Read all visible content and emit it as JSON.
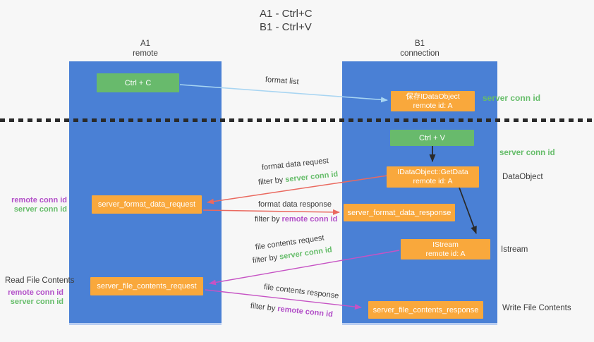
{
  "title": {
    "line1": "A1 - Ctrl+C",
    "line2": "B1 - Ctrl+V"
  },
  "lanes": {
    "a1": {
      "name": "A1",
      "subtitle": "remote"
    },
    "b1": {
      "name": "B1",
      "subtitle": "connection"
    }
  },
  "nodes": {
    "ctrl_c": {
      "label": "Ctrl + C"
    },
    "ctrl_v": {
      "label": "Ctrl + V"
    },
    "save_idataobject": {
      "line1": "保存IDataObject",
      "line2": "remote id: A"
    },
    "getdata": {
      "line1": "IDataObject::GetData",
      "line2": "remote id: A"
    },
    "istream": {
      "line1": "IStream",
      "line2": "remote id: A"
    },
    "format_request": {
      "label": "server_format_data_request"
    },
    "format_response": {
      "label": "server_format_data_response"
    },
    "file_request": {
      "label": "server_file_contents_request"
    },
    "file_response": {
      "label": "server_file_contents_response"
    }
  },
  "side_labels": {
    "server_conn_id": "server conn id",
    "remote_conn_id": "remote conn id",
    "dataobject": "DataObject",
    "istream": "Istream",
    "read_file_contents": "Read File Contents",
    "write_file_contents": "Write File Contents"
  },
  "edge_labels": {
    "format_list": "format list",
    "format_data_request": "format data request",
    "format_data_response": "format data response",
    "file_contents_request": "file contents request",
    "file_contents_response": "file contents response",
    "filter_by": "filter by",
    "server_conn_id": "server conn id",
    "remote_conn_id": "remote conn id"
  },
  "colors": {
    "lane_blue": "#4a80d5",
    "node_orange": "#f9a83c",
    "node_green": "#68ba6c",
    "label_green": "#66bd6a",
    "label_purple": "#b24fc8",
    "arrow_lightblue": "#a8d5f2",
    "arrow_red": "#ea695f",
    "arrow_magenta": "#c653c4",
    "arrow_black": "#2a2a2a",
    "text_dark": "#3d3d3d",
    "background": "#f7f7f7"
  }
}
